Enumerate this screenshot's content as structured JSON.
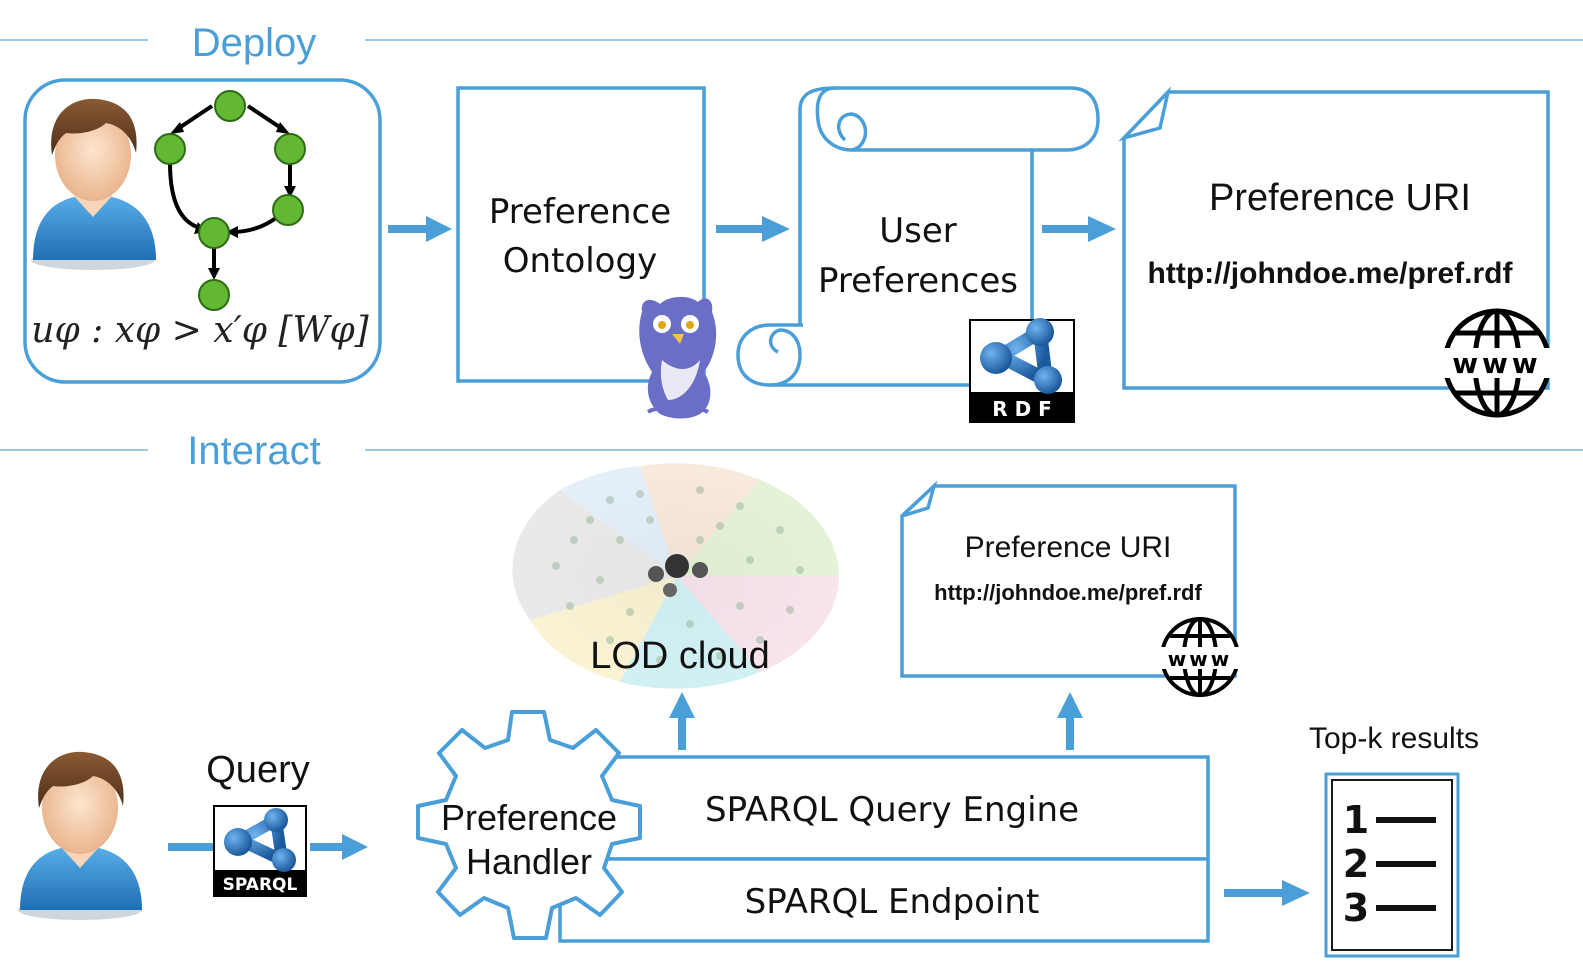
{
  "sections": {
    "deploy": "Deploy",
    "interact": "Interact"
  },
  "deploy": {
    "formula": "uφ : xφ > x′φ [Wφ]",
    "ontology_box": {
      "line1": "Preference",
      "line2": "Ontology"
    },
    "user_prefs": {
      "line1": "User",
      "line2": "Preferences"
    },
    "rdf_logo": "R D F",
    "uri_box": {
      "title": "Preference URI",
      "url": "http://johndoe.me/pref.rdf"
    },
    "www_logo": "www"
  },
  "interact": {
    "lod_cloud": "LOD cloud",
    "uri_box": {
      "title": "Preference URI",
      "url": "http://johndoe.me/pref.rdf"
    },
    "www_logo": "www",
    "query_label": "Query",
    "sparql_logo": "SPARQL",
    "handler": {
      "line1": "Preference",
      "line2": "Handler"
    },
    "query_engine": "SPARQL Query Engine",
    "endpoint": "SPARQL Endpoint",
    "topk_label": "Top-k results",
    "topk_items": [
      "1",
      "2",
      "3"
    ]
  },
  "colors": {
    "accent": "#4a9fd8",
    "node_green": "#62b833"
  }
}
